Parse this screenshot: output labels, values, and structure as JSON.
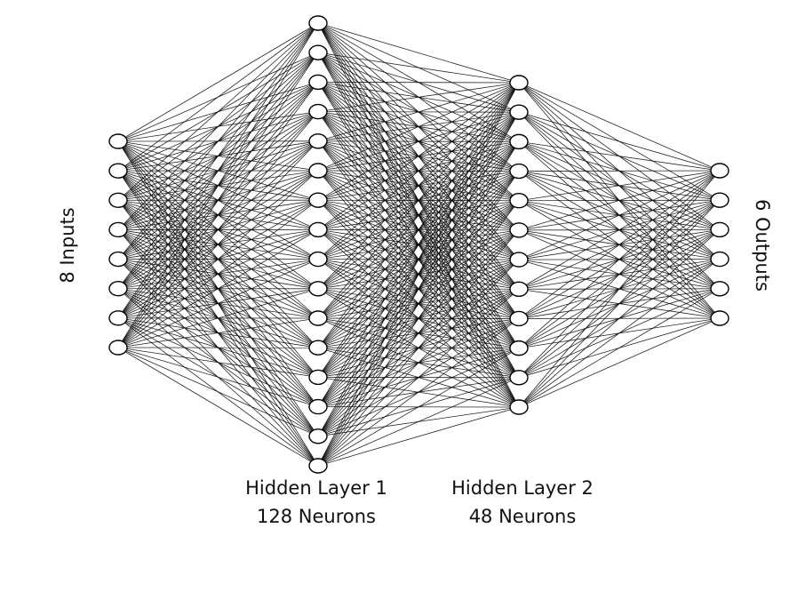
{
  "diagram": {
    "inputs_label": "8 Inputs",
    "outputs_label": "6 Outputs",
    "hidden1_title": "Hidden Layer 1",
    "hidden1_subtitle": "128 Neurons",
    "hidden2_title": "Hidden Layer 2",
    "hidden2_subtitle": "48 Neurons",
    "line_color": "#000000",
    "node_fill": "#ffffff",
    "node_stroke": "#000000"
  },
  "layers": [
    {
      "name": "input-layer",
      "nodes": 8
    },
    {
      "name": "hidden-layer-1",
      "nodes": 16
    },
    {
      "name": "hidden-layer-2",
      "nodes": 12
    },
    {
      "name": "output-layer",
      "nodes": 6
    }
  ]
}
